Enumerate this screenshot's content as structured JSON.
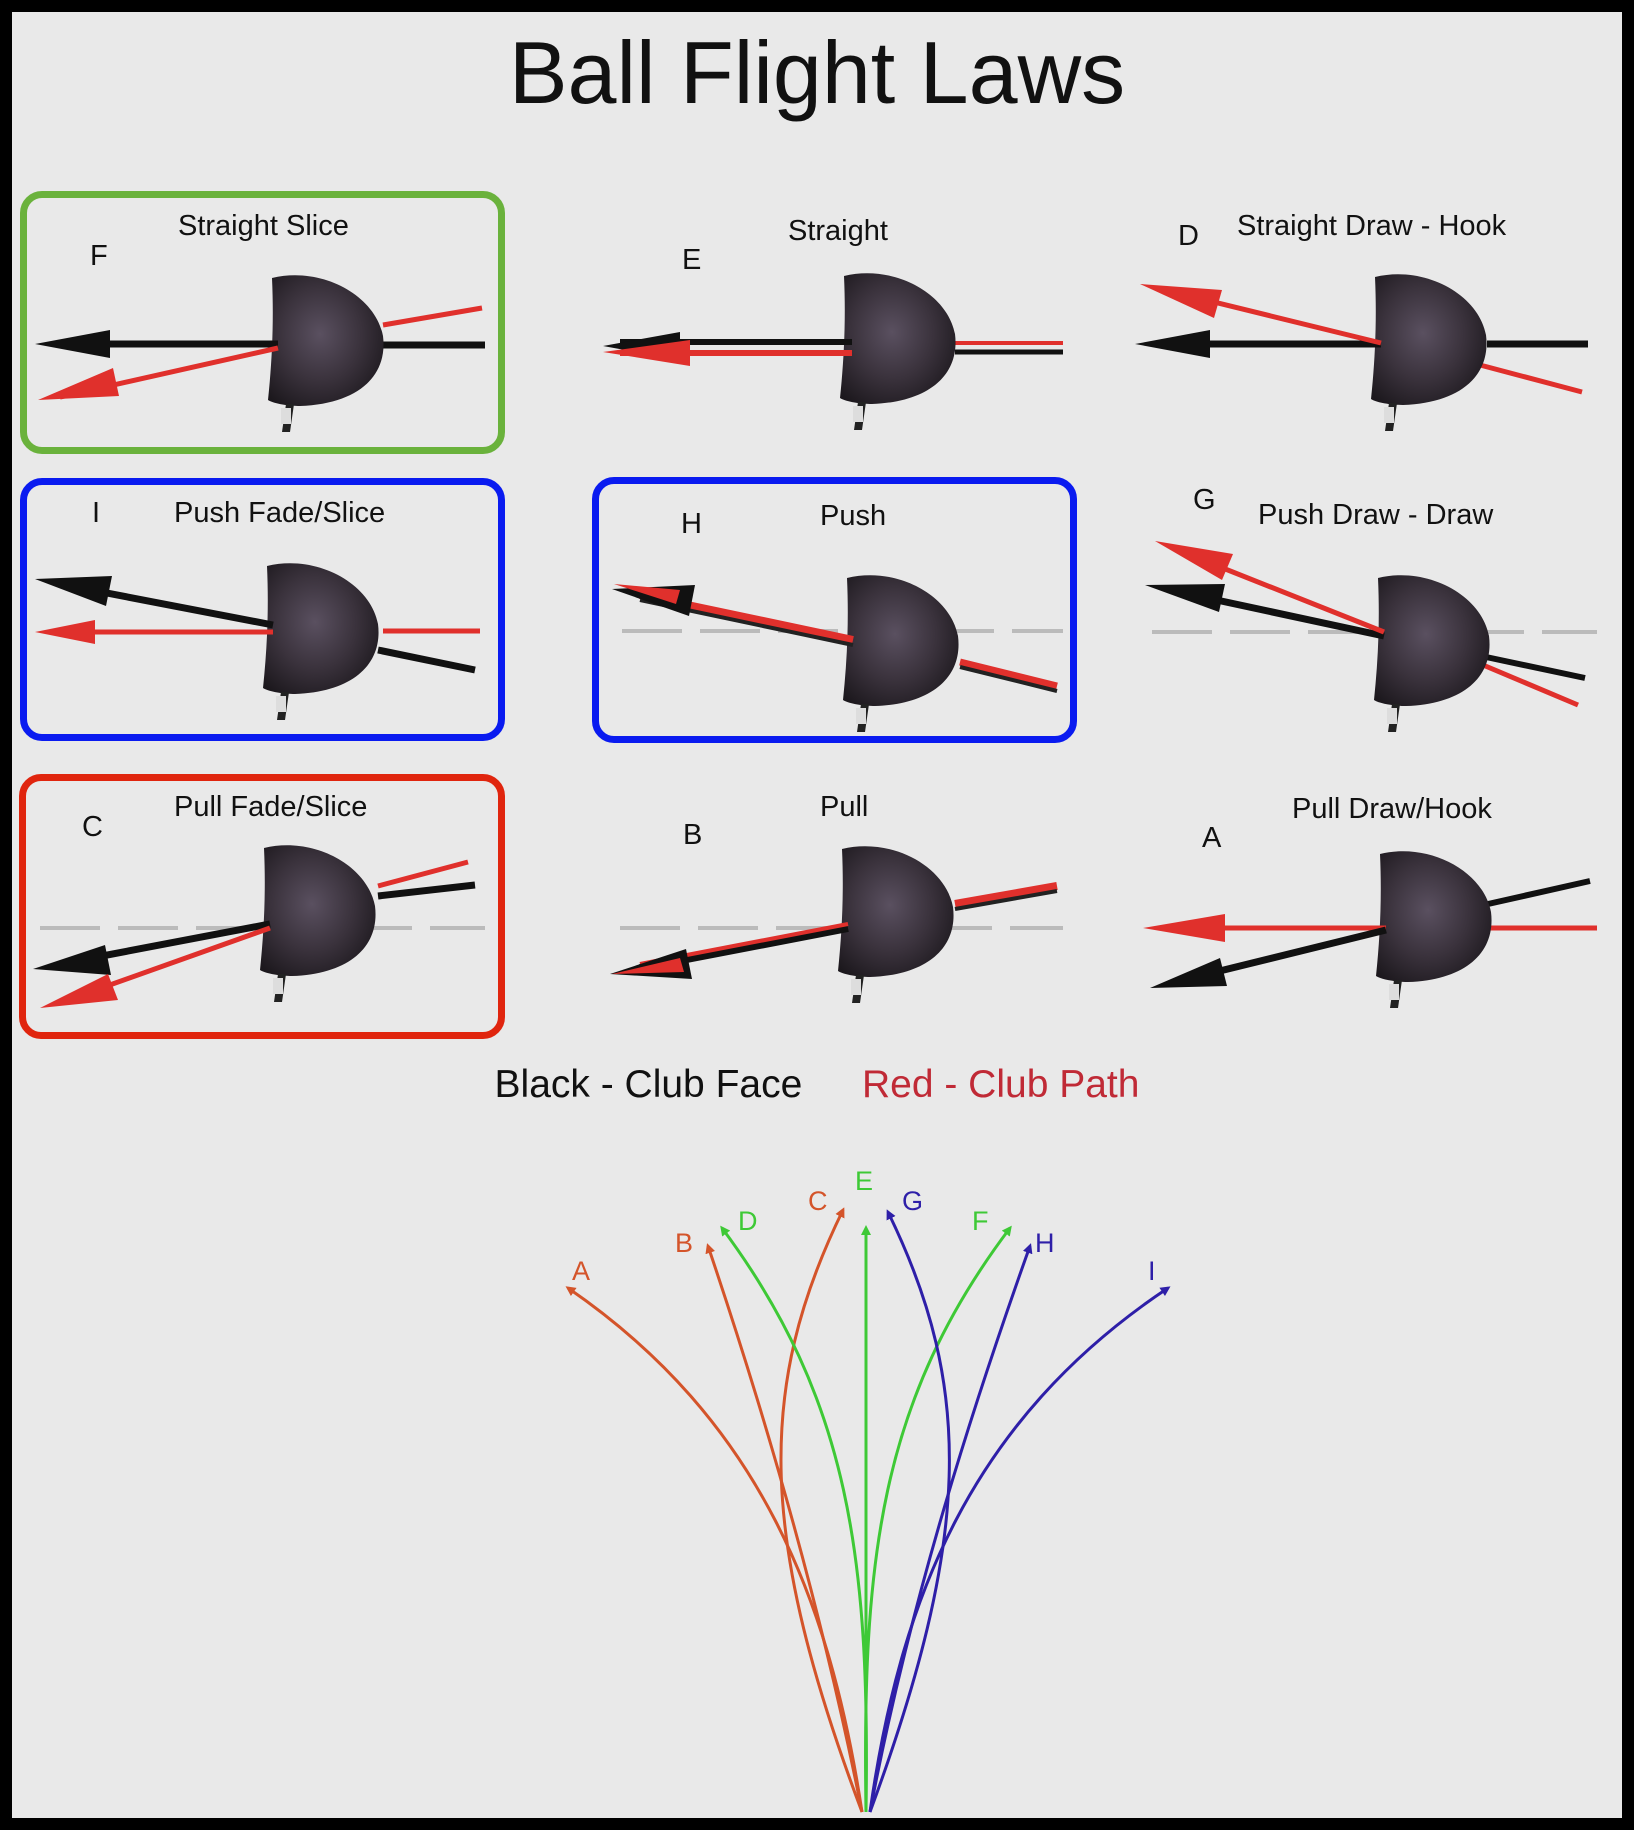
{
  "title": "Ball Flight Laws",
  "colors": {
    "face": "#111111",
    "path": "#e0302c",
    "green_box": "#6ab23c",
    "blue_box": "#0a1bf0",
    "red_box": "#e0250e",
    "legend_path_text": "#c02a36",
    "orange_trajectory": "#d4542a",
    "green_trajectory": "#3ec936",
    "blue_trajectory": "#2e1fa8"
  },
  "panels": [
    {
      "letter": "F",
      "caption": "Straight Slice",
      "highlight": "green"
    },
    {
      "letter": "E",
      "caption": "Straight",
      "highlight": "none"
    },
    {
      "letter": "D",
      "caption": "Straight Draw - Hook",
      "highlight": "none"
    },
    {
      "letter": "I",
      "caption": "Push Fade/Slice",
      "highlight": "blue"
    },
    {
      "letter": "H",
      "caption": "Push",
      "highlight": "blue"
    },
    {
      "letter": "G",
      "caption": "Push Draw - Draw",
      "highlight": "none"
    },
    {
      "letter": "C",
      "caption": "Pull Fade/Slice",
      "highlight": "red"
    },
    {
      "letter": "B",
      "caption": "Pull",
      "highlight": "none"
    },
    {
      "letter": "A",
      "caption": "Pull Draw/Hook",
      "highlight": "none"
    }
  ],
  "legend": {
    "face": "Black - Club Face",
    "path": "Red - Club Path"
  },
  "trajectories": [
    {
      "label": "A",
      "color": "orange"
    },
    {
      "label": "B",
      "color": "orange"
    },
    {
      "label": "C",
      "color": "orange"
    },
    {
      "label": "D",
      "color": "green"
    },
    {
      "label": "E",
      "color": "green"
    },
    {
      "label": "F",
      "color": "green"
    },
    {
      "label": "G",
      "color": "blue"
    },
    {
      "label": "H",
      "color": "blue"
    },
    {
      "label": "I",
      "color": "blue"
    }
  ]
}
